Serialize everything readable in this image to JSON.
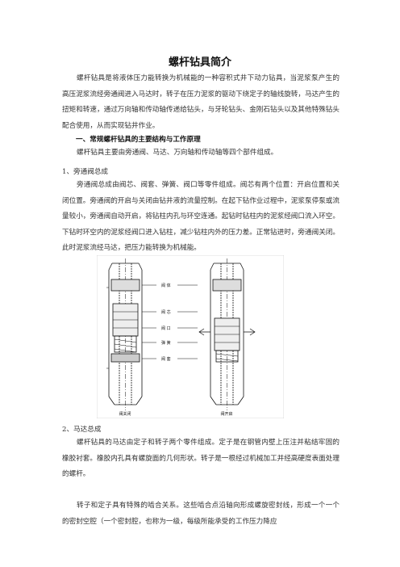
{
  "doc": {
    "title": "螺杆钻具简介",
    "intro": "螺杆钻具是将液体压力能转换为机械能的一种容积式井下动力钻具，当泥浆泵产生的高压泥浆流经旁通阀进入马达时，转子在压力泥浆的驱动下绕定子的轴线旋转，马达产生的扭矩和转速，通过万向轴和传动轴传递给钻头，与牙轮钻头、金刚石钻头以及其他特殊钻头配合使用，从而实现钻井作业。",
    "section1_heading": "一、常规螺杆钻具的主要结构与工作原理",
    "section1_text": "螺杆钻具主要由旁通阀、马达、万向轴和传动轴等四个部件组成。",
    "sub1_heading": "1、旁通阀总成",
    "sub1_text": "旁通阀总成由阀芯、阀套、弹簧、阀口等零件组成。阀芯有两个位置：开启位置和关闭位置。旁通阀的开启与关闭由钻井液的流量控制。在起下钻作业过程中，泥浆泵停泵或流量较小，旁通阀自动开启，将钻柱内孔与环空连通。起钻时钻柱内的泥浆经阀口流入环空。下钻时环空内的泥浆经阀口进入钻柱，减少钻柱内外的压力差。正常钻进时，旁通阀关闭。此时泥浆流经马达，把压力能转换为机械能。",
    "sub2_heading": "2、马达总成",
    "sub2_text": "螺杆钻具的马达由定子和转子两个零件组成。定子是在钢管内壁上压注并粘结牢固的橡胶衬套。橡胶内孔具有螺旋面的几何形状。转子是一根经过机械加工并经高硬度表面处理的螺杆。",
    "sub2_text2": "转子和定子具有特殊的啮合关系。这些啮合点沿轴向形成螺旋密封线，形成一个一个的密封空腔（一个密封腔，也称为一级，每级所能承受的工作压力降应"
  },
  "figure": {
    "labels": [
      "阀 体",
      "阀 芯",
      "阀 口",
      "弹 簧",
      "阀 套"
    ],
    "left_caption": "阀关闭",
    "right_caption": "阀开启"
  }
}
